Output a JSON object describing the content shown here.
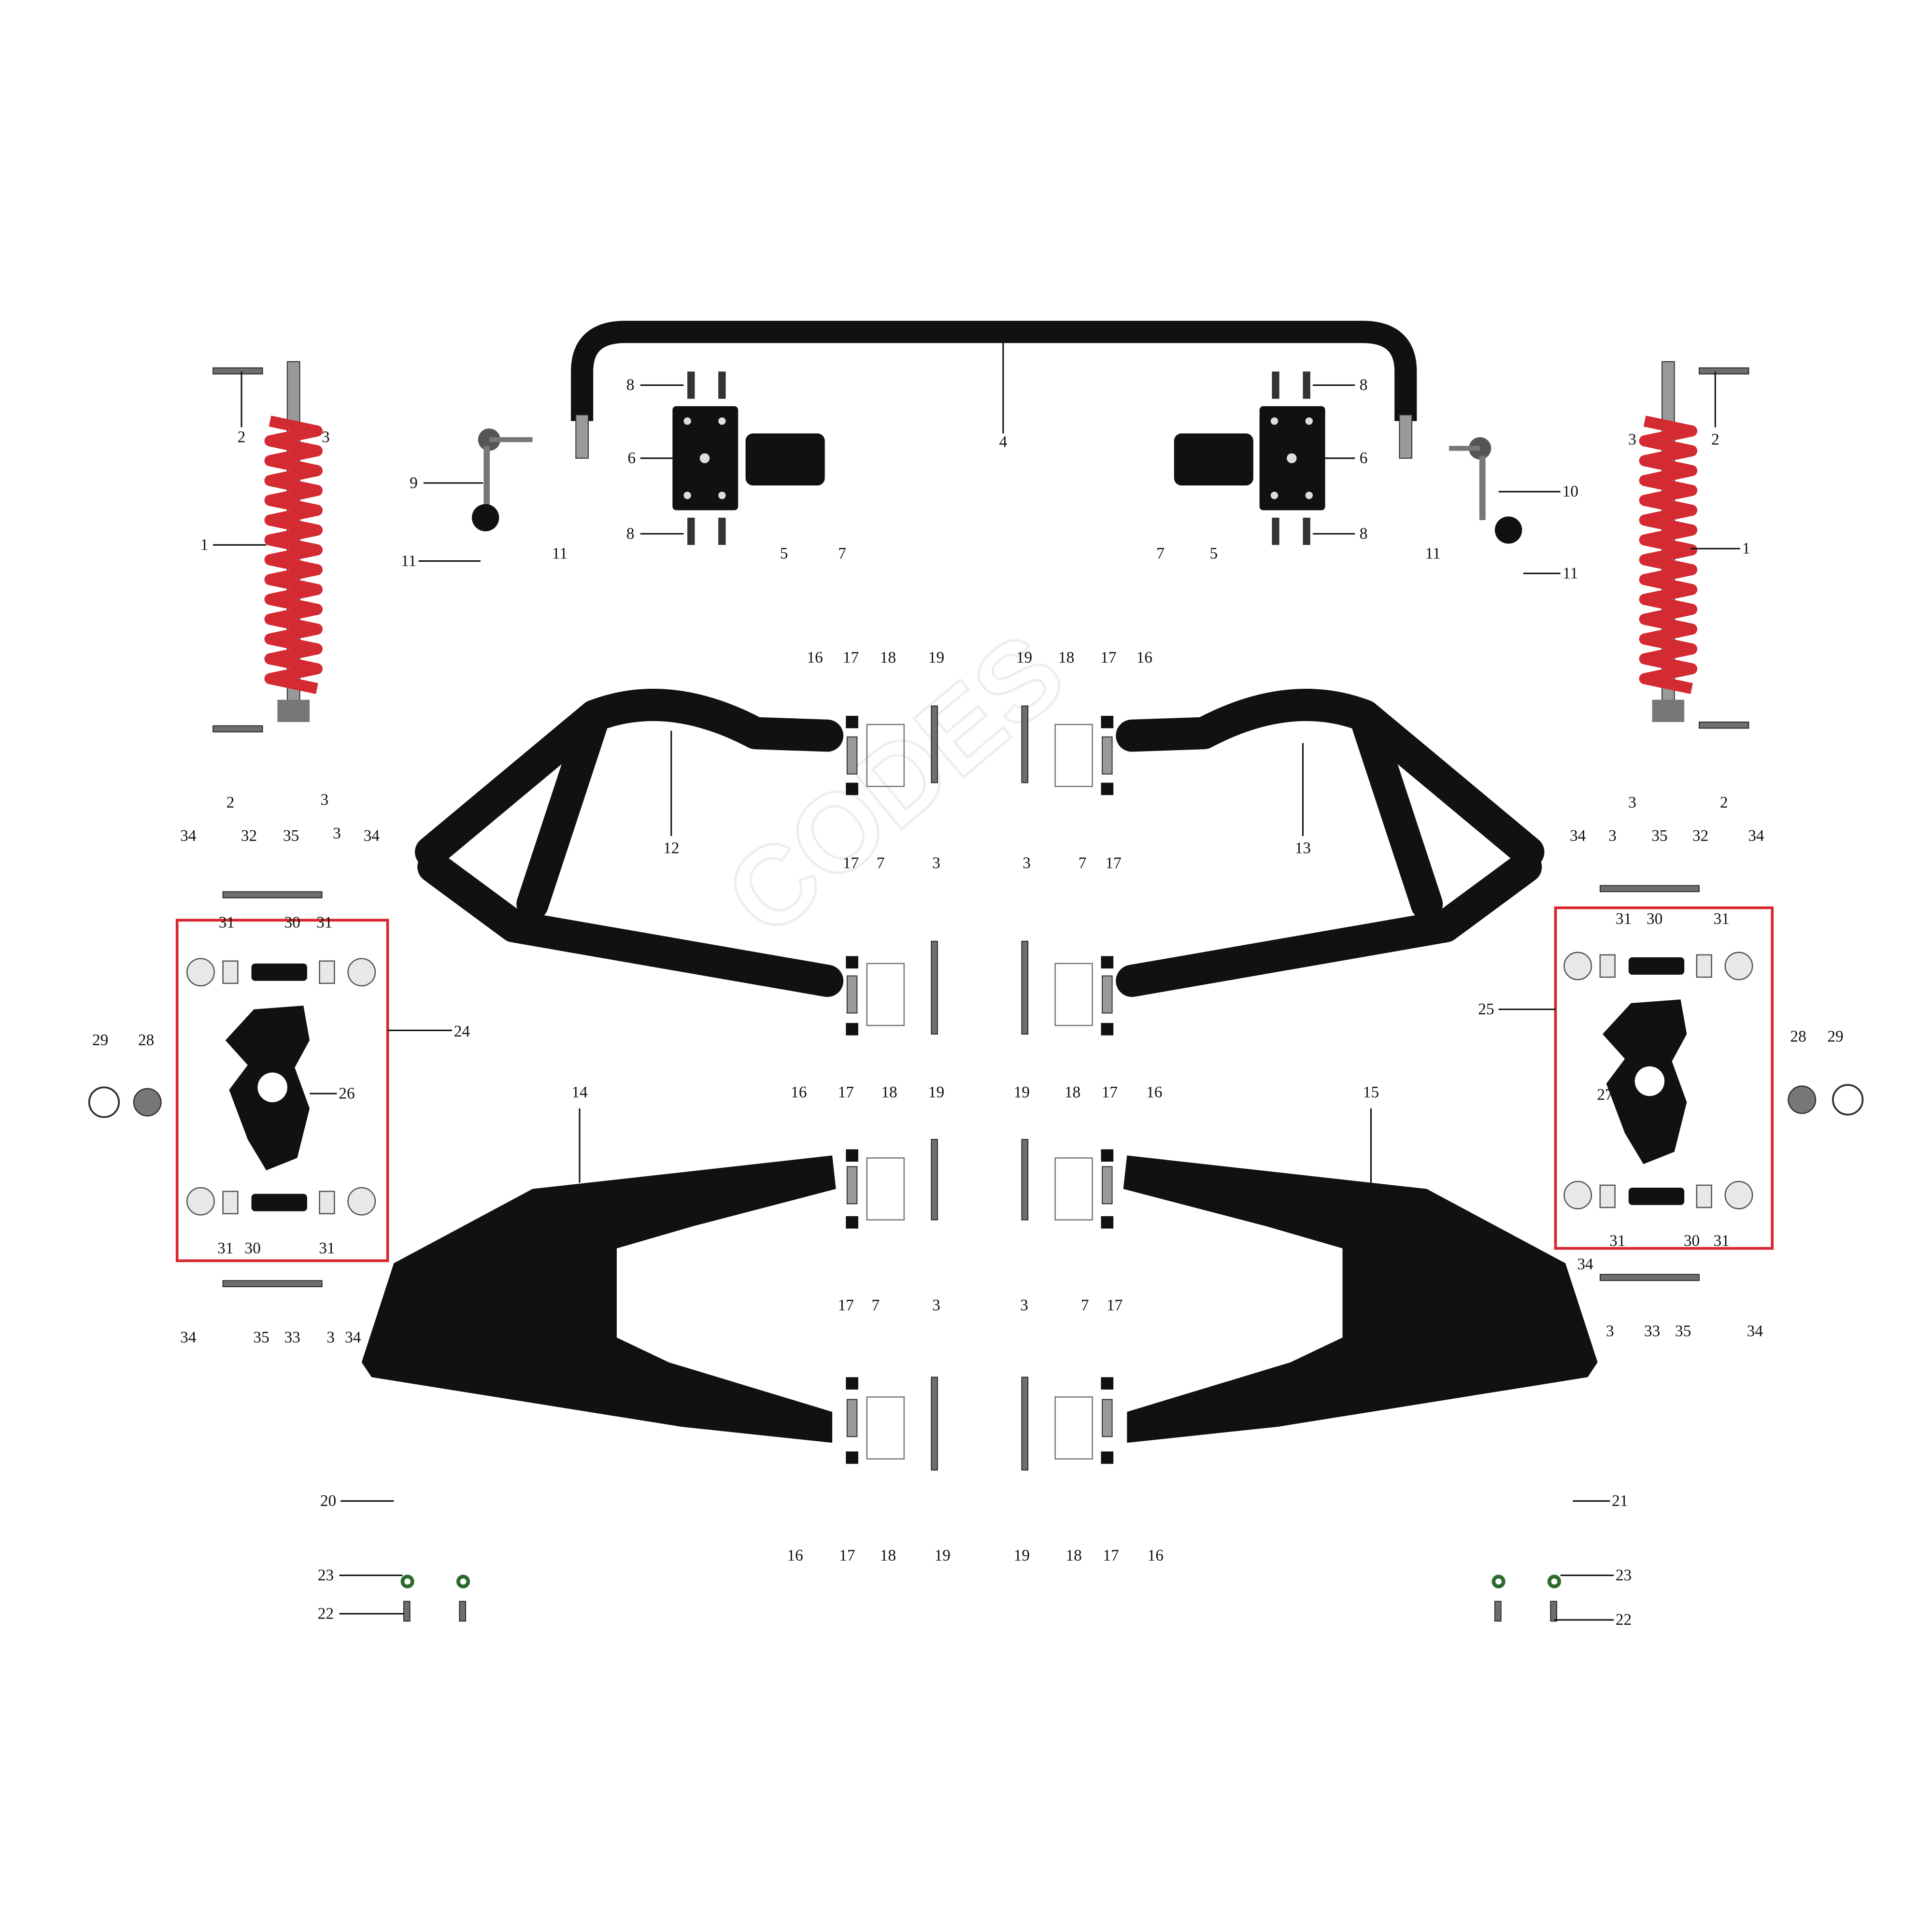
{
  "diagram": {
    "accent_colors": {
      "frame": "#d8262c",
      "spring": "#d42a32",
      "parts": "#111111",
      "o_ring": "#2d6b2d"
    },
    "watermark": "CODES",
    "group_frames": [
      {
        "label": "24",
        "side": "left"
      },
      {
        "label": "25",
        "side": "right"
      }
    ],
    "callouts": [
      "2",
      "3",
      "1",
      "2",
      "3",
      "8",
      "6",
      "8",
      "9",
      "11",
      "11",
      "5",
      "7",
      "4",
      "8",
      "6",
      "8",
      "7",
      "5",
      "11",
      "10",
      "11",
      "3",
      "2",
      "1",
      "3",
      "2",
      "16",
      "17",
      "18",
      "19",
      "12",
      "17",
      "7",
      "3",
      "16",
      "17",
      "18",
      "19",
      "14",
      "17",
      "7",
      "3",
      "16",
      "17",
      "18",
      "19",
      "19",
      "18",
      "17",
      "16",
      "13",
      "3",
      "7",
      "17",
      "19",
      "18",
      "17",
      "16",
      "15",
      "3",
      "7",
      "17",
      "19",
      "18",
      "17",
      "16",
      "34",
      "32",
      "35",
      "3",
      "34",
      "31",
      "30",
      "31",
      "24",
      "29",
      "28",
      "26",
      "31",
      "30",
      "31",
      "34",
      "35",
      "33",
      "3",
      "34",
      "34",
      "3",
      "35",
      "32",
      "34",
      "31",
      "30",
      "31",
      "25",
      "28",
      "29",
      "27",
      "31",
      "30",
      "31",
      "34",
      "3",
      "33",
      "35",
      "34",
      "20",
      "23",
      "22",
      "21",
      "23",
      "22"
    ]
  }
}
